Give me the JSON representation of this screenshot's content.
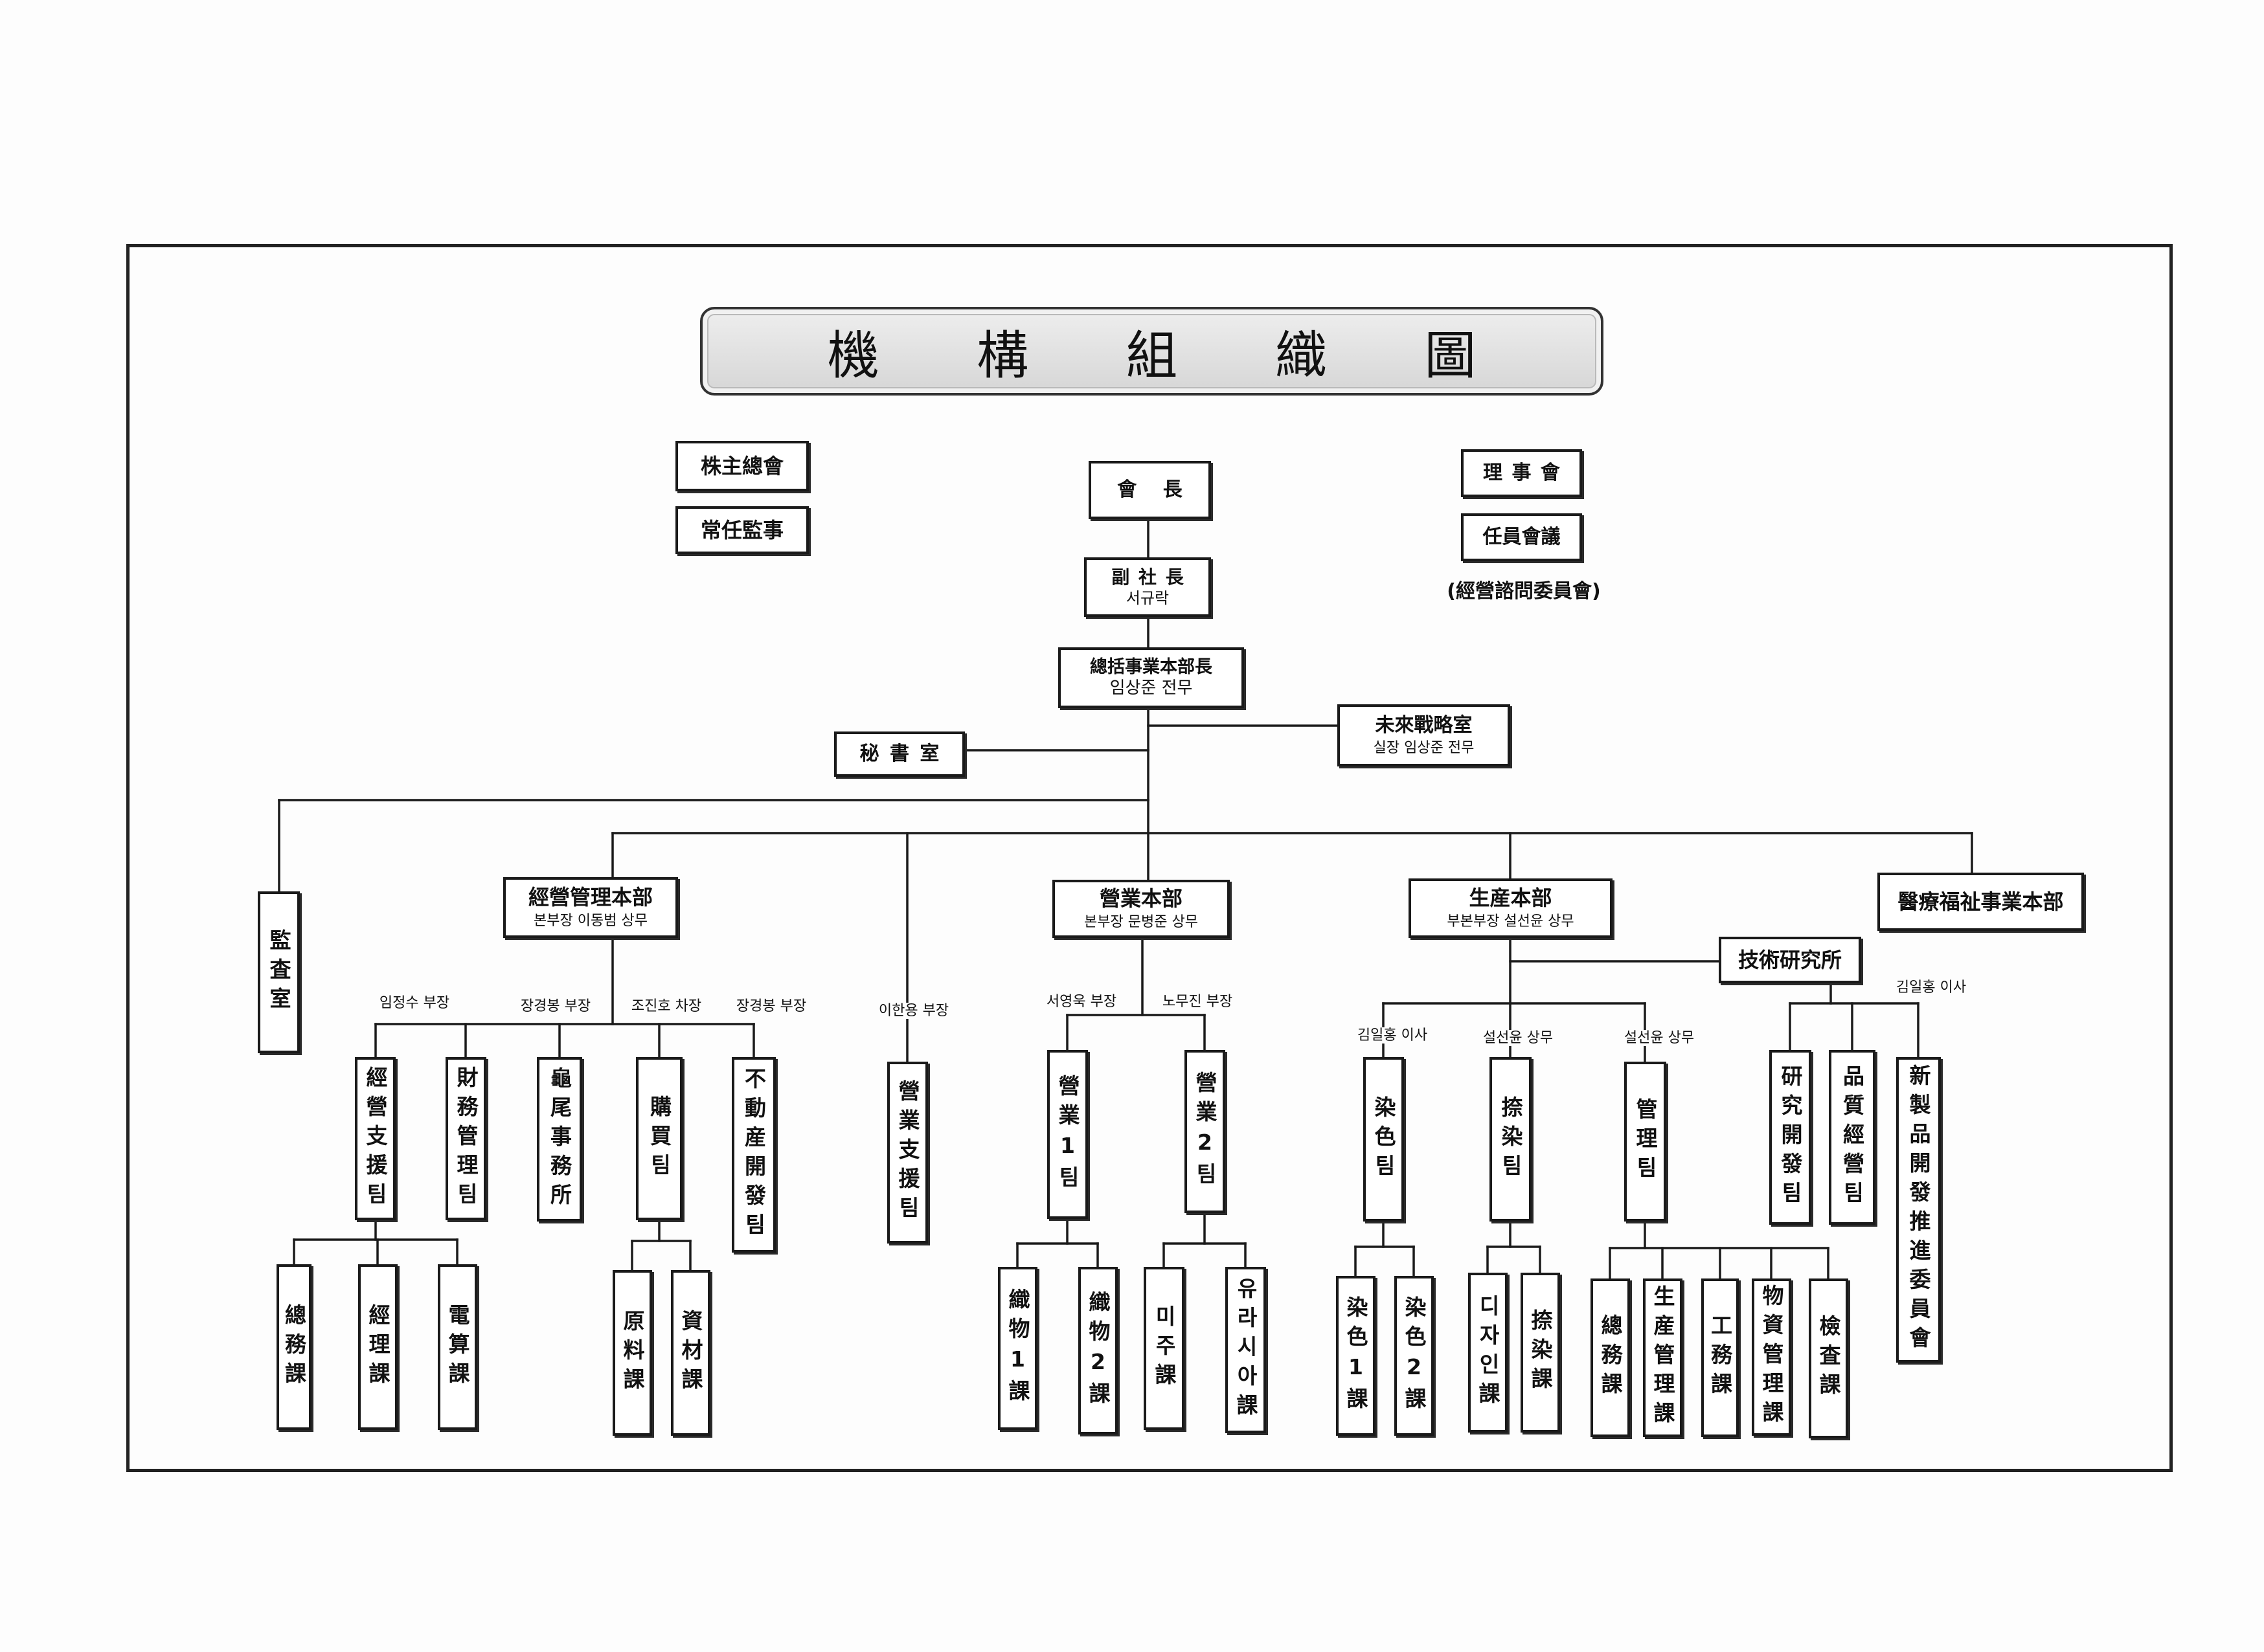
{
  "title": "機 構 組 織 圖",
  "governance": {
    "shareholders_meeting": "株主總會",
    "standing_auditor": "常任監事",
    "board_of_directors": "理 事 會",
    "executive_meeting": "任員會議",
    "advisory_committee": "(經營諮問委員會)"
  },
  "chairman": "會 長",
  "vice_president": {
    "title": "副 社 長",
    "name": "서규락"
  },
  "general_head": {
    "title": "總括事業本部長",
    "name": "임상준 전무"
  },
  "strategy_office": {
    "title": "未來戰略室",
    "head": "실장 임상준 전무"
  },
  "secretary_office": "秘 書 室",
  "audit_office": "監査室",
  "management_hq": {
    "title": "經營管理本部",
    "head": "본부장 이동범 상무",
    "managers": [
      "임정수 부장",
      "장경봉 부장",
      "조진호 차장",
      "장경봉 부장"
    ],
    "teams": [
      "經營支援팀",
      "財務管理팀",
      "龜尾事務所",
      "購買팀",
      "不動産開發팀"
    ],
    "support_sections": [
      "總務課",
      "經理課",
      "電算課"
    ],
    "purchasing_sections": [
      "原料課",
      "資材課"
    ]
  },
  "sales_support": {
    "manager": "이한용 부장",
    "team": "營業支援팀"
  },
  "sales_hq": {
    "title": "營業本部",
    "head": "본부장 문병준 상무",
    "managers": [
      "서영욱 부장",
      "노무진 부장"
    ],
    "teams": [
      "營業1팀",
      "營業2팀"
    ],
    "team1_sections": [
      "織物1課",
      "織物2課"
    ],
    "team2_sections": [
      "미주課",
      "유라시아課"
    ]
  },
  "production_hq": {
    "title": "生産本部",
    "head": "부본부장 설선윤 상무",
    "managers": [
      "김일홍 이사",
      "설선윤 상무",
      "설선윤 상무"
    ],
    "teams": [
      "染色팀",
      "捺染팀",
      "管理팀"
    ],
    "dyeing_sections": [
      "染色1課",
      "染色2課"
    ],
    "printing_sections": [
      "디자인課",
      "捺染課"
    ],
    "admin_sections": [
      "總務課",
      "生産管理課",
      "工務課",
      "物資管理課",
      "檢査課"
    ]
  },
  "research_institute": {
    "title": "技術研究所",
    "manager": "김일홍 이사",
    "teams": [
      "研究開發팀",
      "品質經營팀",
      "新製品開發推進委員會"
    ]
  },
  "medical_welfare_hq": "醫療福祉事業本部"
}
